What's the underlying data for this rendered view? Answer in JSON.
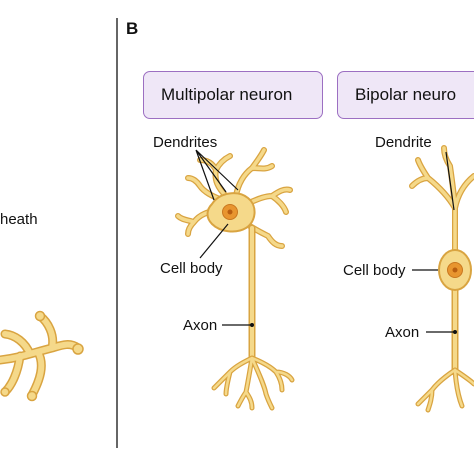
{
  "panel_a": {
    "partial_label": "heath"
  },
  "panel_b": {
    "letter": "B",
    "multipolar": {
      "title": "Multipolar neuron",
      "dendrites_label": "Dendrites",
      "cell_body_label": "Cell body",
      "axon_label": "Axon"
    },
    "bipolar": {
      "title": "Bipolar neuro",
      "dendrite_label": "Dendrite",
      "cell_body_label": "Cell body",
      "axon_label": "Axon"
    }
  },
  "colors": {
    "neuron_fill": "#f5d98a",
    "neuron_outline": "#d9a441",
    "nucleus": "#e8952f",
    "title_box_fill": "#efe7f7",
    "title_box_border": "#9c6fc2",
    "divider": "#333333"
  }
}
